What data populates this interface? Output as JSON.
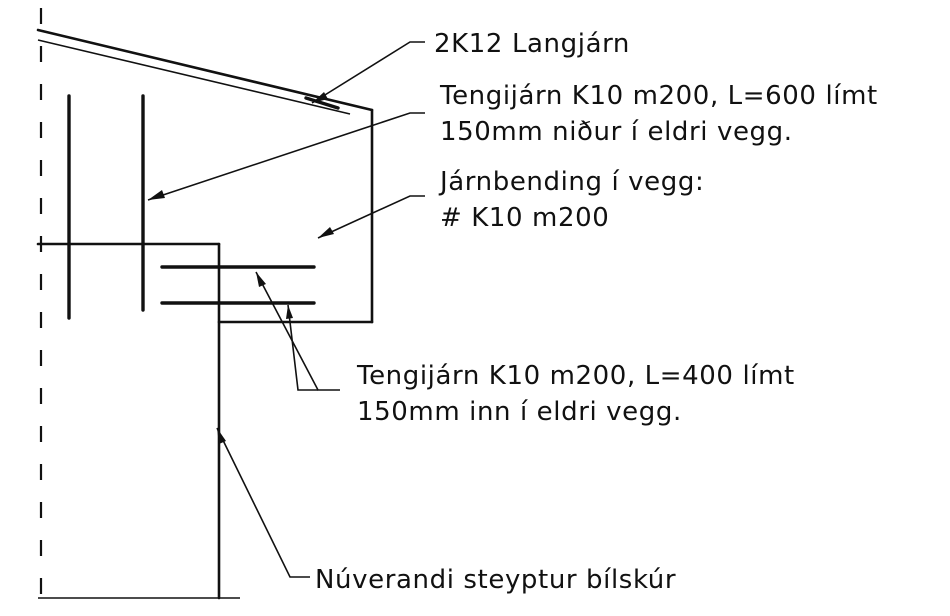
{
  "labels": {
    "longitudinal_bars": "2K12 Langjárn",
    "dowel_bars_vertical_line1": "Tengijárn K10 m200, L=600 límt",
    "dowel_bars_vertical_line2": "150mm niður í eldri vegg.",
    "wall_reinforcement_line1": "Járnbending í vegg:",
    "wall_reinforcement_line2": "# K10 m200",
    "dowel_bars_horizontal_line1": "Tengijárn K10 m200, L=400 límt",
    "dowel_bars_horizontal_line2": "150mm inn í eldri vegg.",
    "existing_garage": "Núverandi steyptur bílskúr"
  }
}
